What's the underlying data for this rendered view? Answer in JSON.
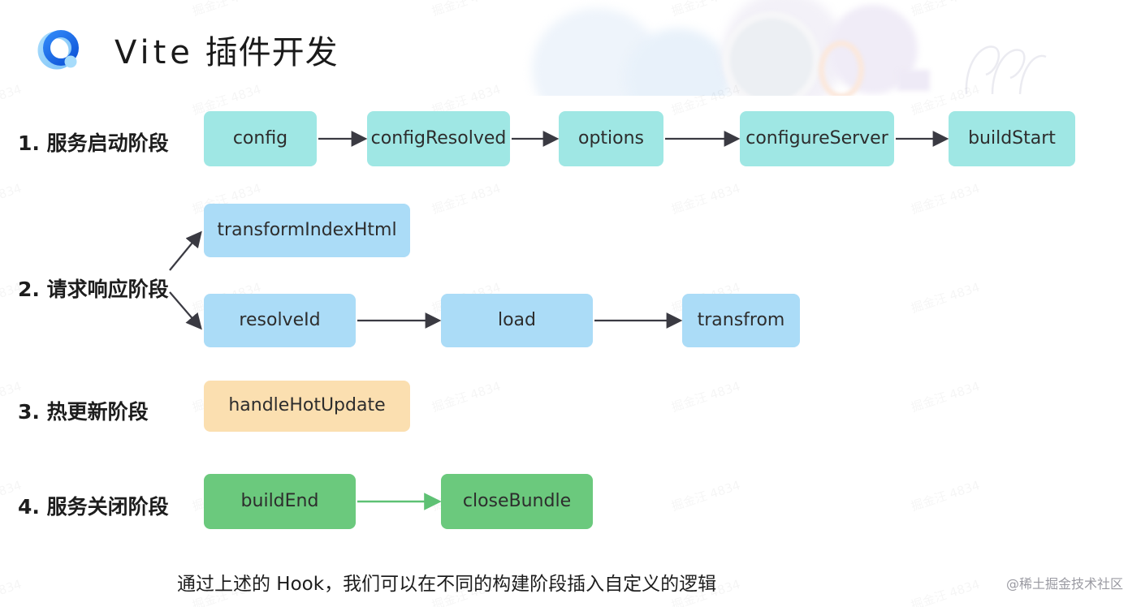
{
  "header": {
    "logo_icon": "vite-circle-logo",
    "title_en": "Vite",
    "title_cn": "插件开发",
    "logo_colors": {
      "outer": "#8ecdfb",
      "inner": "#1667e8",
      "dot": "#a7dcfb"
    }
  },
  "rows": [
    {
      "id": "row-1",
      "label": "1. 服务启动阶段",
      "color": "#9FE7E4",
      "kind": "sequence",
      "nodes": [
        {
          "label": "config"
        },
        {
          "label": "configResolved"
        },
        {
          "label": "options"
        },
        {
          "label": "configureServer"
        },
        {
          "label": "buildStart"
        }
      ]
    },
    {
      "id": "row-2",
      "label": "2. 请求响应阶段",
      "color": "#ABDCF7",
      "kind": "branch",
      "branch_top": [
        {
          "label": "transformIndexHtml"
        }
      ],
      "branch_bottom": [
        {
          "label": "resolveId"
        },
        {
          "label": "load"
        },
        {
          "label": "transfrom"
        }
      ]
    },
    {
      "id": "row-3",
      "label": "3. 热更新阶段",
      "color": "#FBDFB0",
      "kind": "single",
      "nodes": [
        {
          "label": "handleHotUpdate"
        }
      ]
    },
    {
      "id": "row-4",
      "label": "4. 服务关闭阶段",
      "color": "#6BC97D",
      "kind": "sequence",
      "arrow_color": "#5ec174",
      "nodes": [
        {
          "label": "buildEnd"
        },
        {
          "label": "closeBundle"
        }
      ]
    }
  ],
  "caption": "通过上述的 Hook，我们可以在不同的构建阶段插入自定义的逻辑",
  "credit": "@稀土掘金技术社区",
  "watermark": {
    "text": "掘金汪 4834",
    "opacity": 0.035
  },
  "arrow_color": "#3a3a42"
}
